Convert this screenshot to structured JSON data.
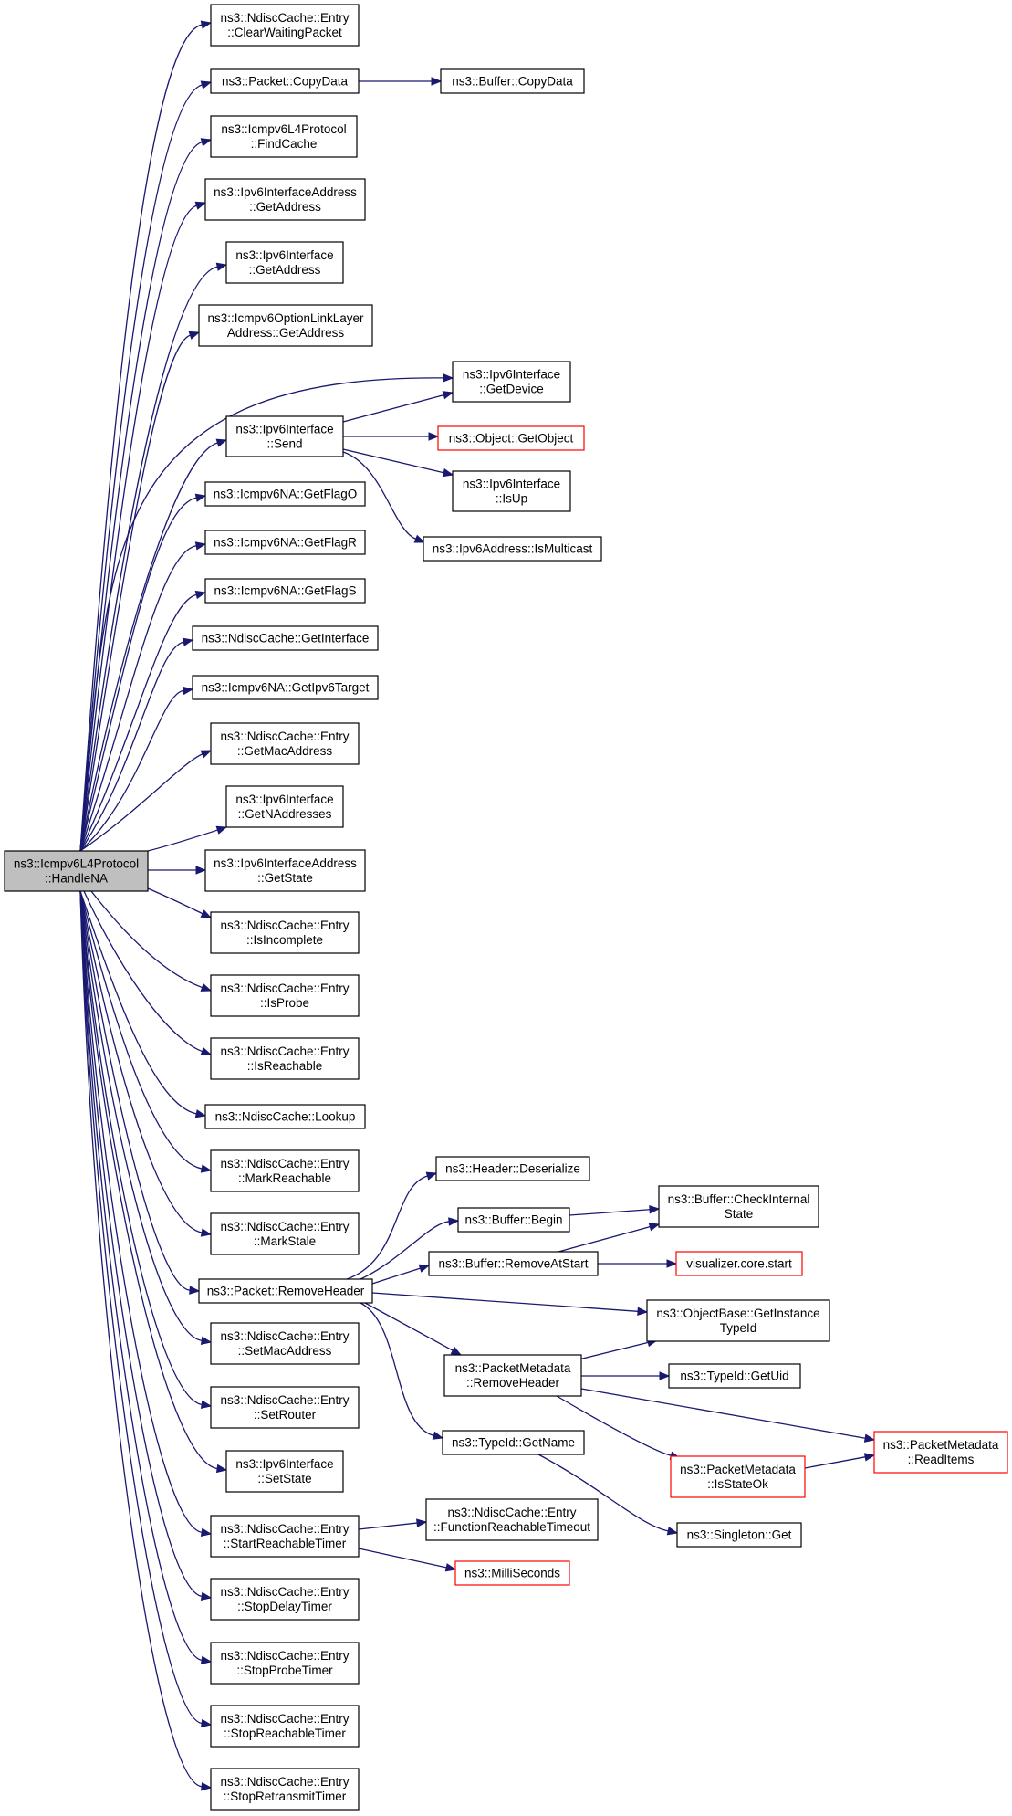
{
  "diagram": {
    "type": "call-graph",
    "edge_color": "#191970",
    "root_color": "#bfbfbf",
    "missing_color": "#ff0000",
    "nodes": [
      {
        "id": "n0",
        "lines": [
          "ns3::Icmpv6L4Protocol",
          "::HandleNA"
        ],
        "style": "root"
      },
      {
        "id": "n1",
        "lines": [
          "ns3::NdiscCache::Entry",
          "::ClearWaitingPacket"
        ],
        "style": "normal"
      },
      {
        "id": "n2",
        "lines": [
          "ns3::Packet::CopyData"
        ],
        "style": "normal"
      },
      {
        "id": "n3",
        "lines": [
          "ns3::Buffer::CopyData"
        ],
        "style": "normal"
      },
      {
        "id": "n4",
        "lines": [
          "ns3::Icmpv6L4Protocol",
          "::FindCache"
        ],
        "style": "normal"
      },
      {
        "id": "n5",
        "lines": [
          "ns3::Ipv6InterfaceAddress",
          "::GetAddress"
        ],
        "style": "normal"
      },
      {
        "id": "n6",
        "lines": [
          "ns3::Ipv6Interface",
          "::GetAddress"
        ],
        "style": "normal"
      },
      {
        "id": "n7",
        "lines": [
          "ns3::Icmpv6OptionLinkLayer",
          "Address::GetAddress"
        ],
        "style": "normal"
      },
      {
        "id": "n8",
        "lines": [
          "ns3::Ipv6Interface",
          "::GetDevice"
        ],
        "style": "normal"
      },
      {
        "id": "n9",
        "lines": [
          "ns3::Ipv6Interface",
          "::Send"
        ],
        "style": "normal"
      },
      {
        "id": "n10",
        "lines": [
          "ns3::Object::GetObject"
        ],
        "style": "missing"
      },
      {
        "id": "n11",
        "lines": [
          "ns3::Ipv6Interface",
          "::IsUp"
        ],
        "style": "normal"
      },
      {
        "id": "n12",
        "lines": [
          "ns3::Ipv6Address::IsMulticast"
        ],
        "style": "normal"
      },
      {
        "id": "n13",
        "lines": [
          "ns3::Icmpv6NA::GetFlagO"
        ],
        "style": "normal"
      },
      {
        "id": "n14",
        "lines": [
          "ns3::Icmpv6NA::GetFlagR"
        ],
        "style": "normal"
      },
      {
        "id": "n15",
        "lines": [
          "ns3::Icmpv6NA::GetFlagS"
        ],
        "style": "normal"
      },
      {
        "id": "n16",
        "lines": [
          "ns3::NdiscCache::GetInterface"
        ],
        "style": "normal"
      },
      {
        "id": "n17",
        "lines": [
          "ns3::Icmpv6NA::GetIpv6Target"
        ],
        "style": "normal"
      },
      {
        "id": "n18",
        "lines": [
          "ns3::NdiscCache::Entry",
          "::GetMacAddress"
        ],
        "style": "normal"
      },
      {
        "id": "n19",
        "lines": [
          "ns3::Ipv6Interface",
          "::GetNAddresses"
        ],
        "style": "normal"
      },
      {
        "id": "n20",
        "lines": [
          "ns3::Ipv6InterfaceAddress",
          "::GetState"
        ],
        "style": "normal"
      },
      {
        "id": "n21",
        "lines": [
          "ns3::NdiscCache::Entry",
          "::IsIncomplete"
        ],
        "style": "normal"
      },
      {
        "id": "n22",
        "lines": [
          "ns3::NdiscCache::Entry",
          "::IsProbe"
        ],
        "style": "normal"
      },
      {
        "id": "n23",
        "lines": [
          "ns3::NdiscCache::Entry",
          "::IsReachable"
        ],
        "style": "normal"
      },
      {
        "id": "n24",
        "lines": [
          "ns3::NdiscCache::Lookup"
        ],
        "style": "normal"
      },
      {
        "id": "n25",
        "lines": [
          "ns3::NdiscCache::Entry",
          "::MarkReachable"
        ],
        "style": "normal"
      },
      {
        "id": "n26",
        "lines": [
          "ns3::NdiscCache::Entry",
          "::MarkStale"
        ],
        "style": "normal"
      },
      {
        "id": "n27",
        "lines": [
          "ns3::Packet::RemoveHeader"
        ],
        "style": "normal"
      },
      {
        "id": "n28",
        "lines": [
          "ns3::Header::Deserialize"
        ],
        "style": "normal"
      },
      {
        "id": "n29",
        "lines": [
          "ns3::Buffer::Begin"
        ],
        "style": "normal"
      },
      {
        "id": "n30",
        "lines": [
          "ns3::Buffer::CheckInternal",
          "State"
        ],
        "style": "normal"
      },
      {
        "id": "n31",
        "lines": [
          "ns3::Buffer::RemoveAtStart"
        ],
        "style": "normal"
      },
      {
        "id": "n32",
        "lines": [
          "visualizer.core.start"
        ],
        "style": "missing"
      },
      {
        "id": "n33",
        "lines": [
          "ns3::ObjectBase::GetInstance",
          "TypeId"
        ],
        "style": "normal"
      },
      {
        "id": "n34",
        "lines": [
          "ns3::PacketMetadata",
          "::RemoveHeader"
        ],
        "style": "normal"
      },
      {
        "id": "n35",
        "lines": [
          "ns3::TypeId::GetUid"
        ],
        "style": "normal"
      },
      {
        "id": "n36",
        "lines": [
          "ns3::PacketMetadata",
          "::ReadItems"
        ],
        "style": "missing"
      },
      {
        "id": "n37",
        "lines": [
          "ns3::PacketMetadata",
          "::IsStateOk"
        ],
        "style": "missing"
      },
      {
        "id": "n38",
        "lines": [
          "ns3::TypeId::GetName"
        ],
        "style": "normal"
      },
      {
        "id": "n39",
        "lines": [
          "ns3::Singleton::Get"
        ],
        "style": "normal"
      },
      {
        "id": "n40",
        "lines": [
          "ns3::NdiscCache::Entry",
          "::SetMacAddress"
        ],
        "style": "normal"
      },
      {
        "id": "n41",
        "lines": [
          "ns3::NdiscCache::Entry",
          "::SetRouter"
        ],
        "style": "normal"
      },
      {
        "id": "n42",
        "lines": [
          "ns3::Ipv6Interface",
          "::SetState"
        ],
        "style": "normal"
      },
      {
        "id": "n43",
        "lines": [
          "ns3::NdiscCache::Entry",
          "::StartReachableTimer"
        ],
        "style": "normal"
      },
      {
        "id": "n44",
        "lines": [
          "ns3::NdiscCache::Entry",
          "::FunctionReachableTimeout"
        ],
        "style": "normal"
      },
      {
        "id": "n45",
        "lines": [
          "ns3::MilliSeconds"
        ],
        "style": "missing"
      },
      {
        "id": "n46",
        "lines": [
          "ns3::NdiscCache::Entry",
          "::StopDelayTimer"
        ],
        "style": "normal"
      },
      {
        "id": "n47",
        "lines": [
          "ns3::NdiscCache::Entry",
          "::StopProbeTimer"
        ],
        "style": "normal"
      },
      {
        "id": "n48",
        "lines": [
          "ns3::NdiscCache::Entry",
          "::StopReachableTimer"
        ],
        "style": "normal"
      },
      {
        "id": "n49",
        "lines": [
          "ns3::NdiscCache::Entry",
          "::StopRetransmitTimer"
        ],
        "style": "normal"
      }
    ],
    "edges": [
      {
        "from": "n0",
        "to": "n1"
      },
      {
        "from": "n0",
        "to": "n2"
      },
      {
        "from": "n2",
        "to": "n3"
      },
      {
        "from": "n0",
        "to": "n4"
      },
      {
        "from": "n0",
        "to": "n5"
      },
      {
        "from": "n0",
        "to": "n6"
      },
      {
        "from": "n0",
        "to": "n7"
      },
      {
        "from": "n0",
        "to": "n8"
      },
      {
        "from": "n0",
        "to": "n9"
      },
      {
        "from": "n9",
        "to": "n8"
      },
      {
        "from": "n9",
        "to": "n10"
      },
      {
        "from": "n9",
        "to": "n11"
      },
      {
        "from": "n9",
        "to": "n12"
      },
      {
        "from": "n0",
        "to": "n13"
      },
      {
        "from": "n0",
        "to": "n14"
      },
      {
        "from": "n0",
        "to": "n15"
      },
      {
        "from": "n0",
        "to": "n16"
      },
      {
        "from": "n0",
        "to": "n17"
      },
      {
        "from": "n0",
        "to": "n18"
      },
      {
        "from": "n0",
        "to": "n19"
      },
      {
        "from": "n0",
        "to": "n20"
      },
      {
        "from": "n0",
        "to": "n21"
      },
      {
        "from": "n0",
        "to": "n22"
      },
      {
        "from": "n0",
        "to": "n23"
      },
      {
        "from": "n0",
        "to": "n24"
      },
      {
        "from": "n0",
        "to": "n25"
      },
      {
        "from": "n0",
        "to": "n26"
      },
      {
        "from": "n0",
        "to": "n27"
      },
      {
        "from": "n27",
        "to": "n28"
      },
      {
        "from": "n27",
        "to": "n29"
      },
      {
        "from": "n29",
        "to": "n30"
      },
      {
        "from": "n27",
        "to": "n31"
      },
      {
        "from": "n31",
        "to": "n30"
      },
      {
        "from": "n31",
        "to": "n32"
      },
      {
        "from": "n27",
        "to": "n33"
      },
      {
        "from": "n27",
        "to": "n34"
      },
      {
        "from": "n34",
        "to": "n33"
      },
      {
        "from": "n34",
        "to": "n35"
      },
      {
        "from": "n34",
        "to": "n36"
      },
      {
        "from": "n34",
        "to": "n37"
      },
      {
        "from": "n37",
        "to": "n36"
      },
      {
        "from": "n27",
        "to": "n38"
      },
      {
        "from": "n38",
        "to": "n39"
      },
      {
        "from": "n0",
        "to": "n40"
      },
      {
        "from": "n0",
        "to": "n41"
      },
      {
        "from": "n0",
        "to": "n42"
      },
      {
        "from": "n0",
        "to": "n43"
      },
      {
        "from": "n43",
        "to": "n44"
      },
      {
        "from": "n43",
        "to": "n45"
      },
      {
        "from": "n0",
        "to": "n46"
      },
      {
        "from": "n0",
        "to": "n47"
      },
      {
        "from": "n0",
        "to": "n48"
      },
      {
        "from": "n0",
        "to": "n49"
      }
    ]
  }
}
